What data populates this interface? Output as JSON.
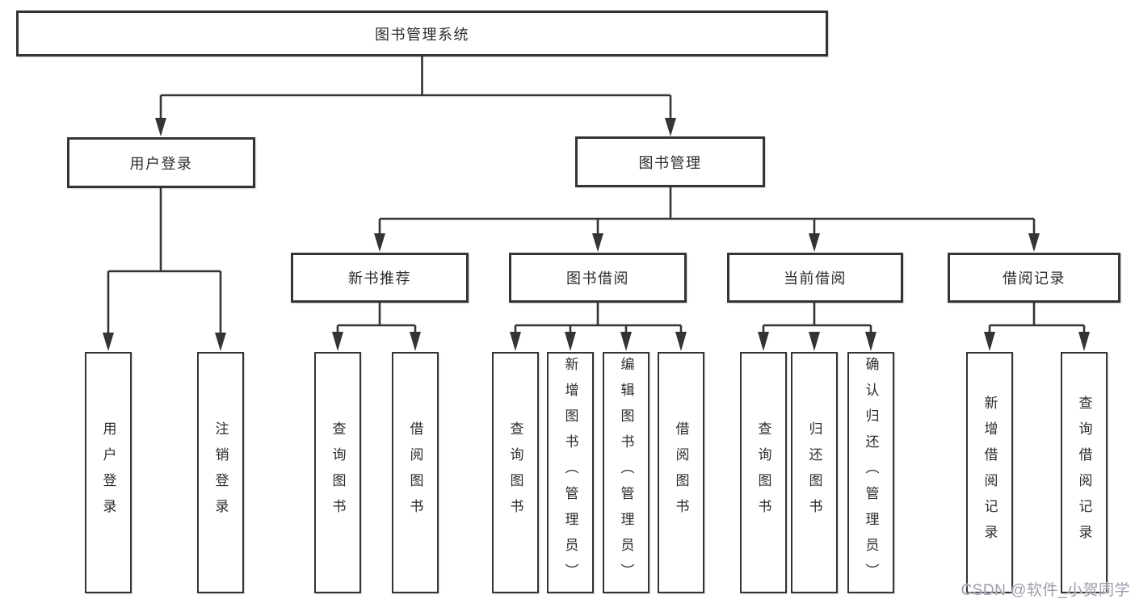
{
  "diagram": {
    "nodes": {
      "root": "图书管理系统",
      "login_group": "用户登录",
      "mgmt_group": "图书管理",
      "rec_group": "新书推荐",
      "borrow_group": "图书借阅",
      "current_group": "当前借阅",
      "record_group": "借阅记录",
      "login_user": "用户登录",
      "login_logout": "注销登录",
      "rec_query": "查询图书",
      "rec_borrow": "借阅图书",
      "bor_query": "查询图书",
      "bor_add": "新增图书（管理员）",
      "bor_edit": "编辑图书（管理员）",
      "bor_borrow": "借阅图书",
      "cur_query": "查询图书",
      "cur_return": "归还图书",
      "cur_confirm": "确认归还（管理员）",
      "rec2_add": "新增借阅记录",
      "rec2_query": "查询借阅记录"
    },
    "colors": {
      "line": "#343434",
      "watermark": "#9c9cac",
      "background": "#ffffff"
    },
    "watermark": "CSDN @软件_小贺同学"
  }
}
